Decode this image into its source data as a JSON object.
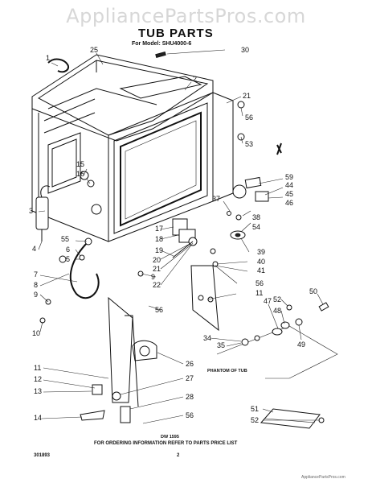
{
  "watermark": "AppliancePartsPros.com",
  "title": "TUB PARTS",
  "subtitle": "For Model: SHU4000-6",
  "annotations": {
    "phantom": "PHANTOM OF TUB",
    "drawing_no": "DW 1595"
  },
  "footer": {
    "code": "301893",
    "instruction": "FOR ORDERING INFORMATION REFER TO PARTS PRICE LIST",
    "page": "2",
    "stamp": "AppliancePartsPros.com"
  },
  "callouts": {
    "c1": "1",
    "c2": "2",
    "c3": "3",
    "c4": "4",
    "c5": "5",
    "c6": "6",
    "c7": "7",
    "c8": "8",
    "c9_left": "9",
    "c9_mid": "9",
    "c10": "10",
    "c11_left": "11",
    "c11_right": "11",
    "c12": "12",
    "c13": "13",
    "c14": "14",
    "c15": "15",
    "c16": "16",
    "c17": "17",
    "c18": "18",
    "c19": "19",
    "c20": "20",
    "c21_top": "21",
    "c21_mid": "21",
    "c22": "22",
    "c25": "25",
    "c26": "26",
    "c27": "27",
    "c28": "28",
    "c30": "30",
    "c34": "34",
    "c35": "35",
    "c37": "37",
    "c38": "38",
    "c39": "39",
    "c40": "40",
    "c41": "41",
    "c44": "44",
    "c45": "45",
    "c46": "46",
    "c47": "47",
    "c48": "48",
    "c49": "49",
    "c50": "50",
    "c51": "51",
    "c52_top": "52",
    "c52_bottom": "52",
    "c53": "53",
    "c54": "54",
    "c55": "55",
    "c56_a": "56",
    "c56_b": "56",
    "c56_c": "56",
    "c56_d": "56",
    "c59": "59"
  }
}
